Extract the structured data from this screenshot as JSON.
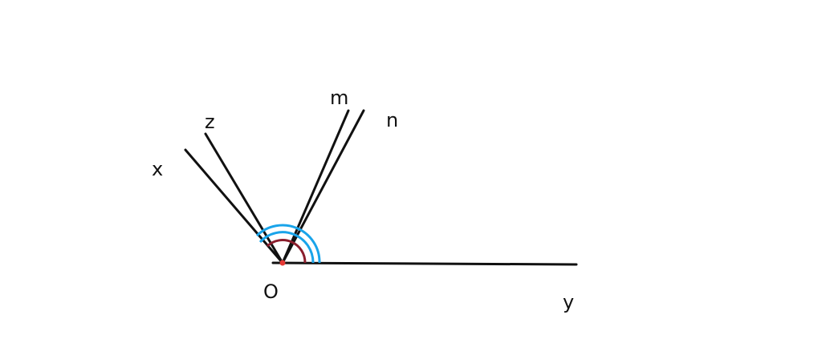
{
  "labels": {
    "vertex": "O",
    "x": "x",
    "z": "z",
    "m": "m",
    "n": "n",
    "y": "y"
  },
  "colors": {
    "ray": "#111111",
    "outer_arc": "#19a4ea",
    "inner_arc": "#8b1e2d",
    "vertex_dot": "#e53935",
    "background": "#ffffff"
  }
}
